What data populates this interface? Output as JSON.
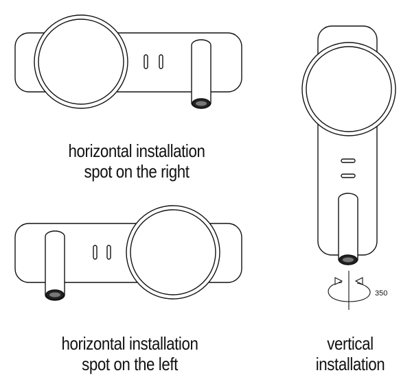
{
  "captions": {
    "top_left_line1": "horizontal installation",
    "top_left_line2": "spot on the right",
    "bottom_left_line1": "horizontal installation",
    "bottom_left_line2": "spot on the left",
    "right_line1": "vertical",
    "right_line2": "installation"
  },
  "rotation_label": "350",
  "colors": {
    "stroke": "#111111",
    "background": "#ffffff"
  }
}
